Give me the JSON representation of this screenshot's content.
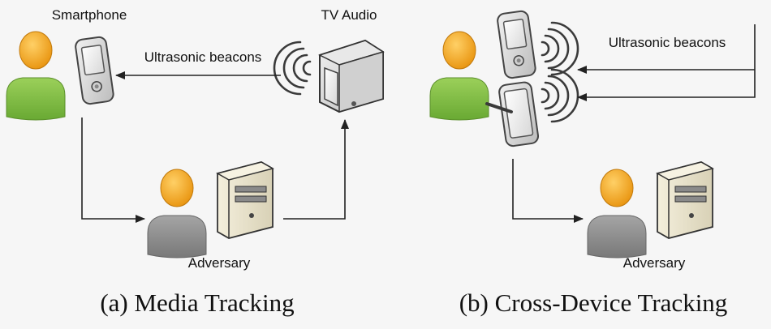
{
  "panel_a": {
    "labels": {
      "smartphone": "Smartphone",
      "tv_audio": "TV Audio",
      "beacons": "Ultrasonic beacons",
      "adversary": "Adversary"
    },
    "caption": "(a) Media Tracking"
  },
  "panel_b": {
    "labels": {
      "beacons": "Ultrasonic beacons",
      "adversary": "Adversary"
    },
    "caption": "(b) Cross-Device Tracking"
  },
  "colors": {
    "background": "#f6f6f6",
    "user_shirt": "#7ec041",
    "adversary_shirt": "#8d8d8d",
    "head": "#f2a31b",
    "arrow": "#222222",
    "device": "#dcdcdc",
    "server": "#ece6cf"
  }
}
